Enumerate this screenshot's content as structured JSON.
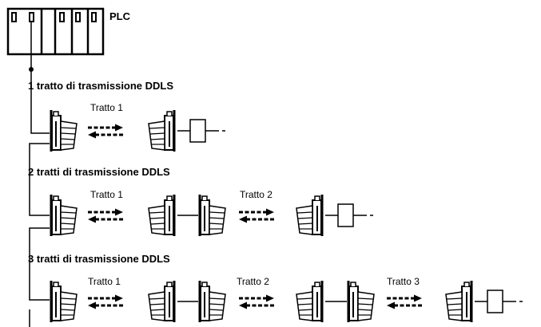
{
  "plc": {
    "label": "PLC"
  },
  "sections": [
    {
      "heading": "1 tratto di trasmissione DDLS",
      "links": [
        "Tratto 1"
      ]
    },
    {
      "heading": "2 tratti di trasmissione DDLS",
      "links": [
        "Tratto 1",
        "Tratto 2"
      ]
    },
    {
      "heading": "3 tratti di trasmissione DDLS",
      "links": [
        "Tratto 1",
        "Tratto 2",
        "Tratto 3"
      ]
    }
  ],
  "colors": {
    "line": "#000000",
    "background": "#ffffff"
  }
}
